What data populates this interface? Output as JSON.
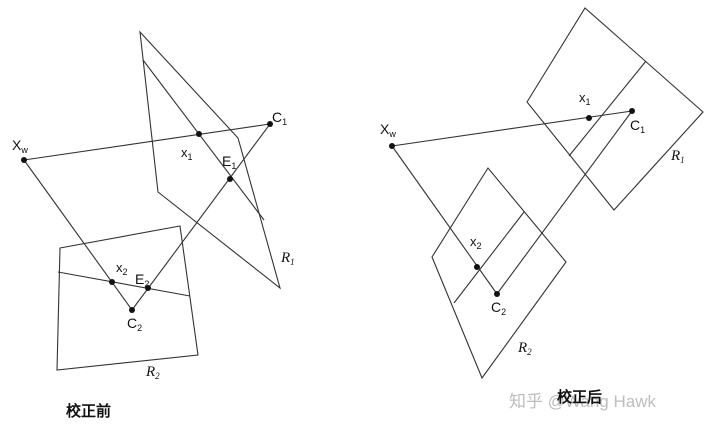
{
  "left_panel": {
    "points": {
      "xw": {
        "base": "X",
        "sub": "w"
      },
      "x1": {
        "base": "x",
        "sub": "1"
      },
      "x2": {
        "base": "x",
        "sub": "2"
      },
      "c1": {
        "base": "C",
        "sub": "1"
      },
      "c2": {
        "base": "C",
        "sub": "2"
      },
      "e1": {
        "base": "E",
        "sub": "1"
      },
      "e2": {
        "base": "E",
        "sub": "2"
      }
    },
    "planes": {
      "r1": {
        "base": "R",
        "sub": "1"
      },
      "r2": {
        "base": "R",
        "sub": "2"
      }
    },
    "caption": "校正前"
  },
  "right_panel": {
    "points": {
      "xw": {
        "base": "X",
        "sub": "w"
      },
      "x1": {
        "base": "x",
        "sub": "1"
      },
      "x2": {
        "base": "x",
        "sub": "2"
      },
      "c1": {
        "base": "C",
        "sub": "1"
      },
      "c2": {
        "base": "C",
        "sub": "2"
      }
    },
    "planes": {
      "r1": {
        "base": "R",
        "sub": "1"
      },
      "r2": {
        "base": "R",
        "sub": "2"
      }
    },
    "caption": "校正后"
  },
  "watermark": "知乎 @Wang Hawk"
}
